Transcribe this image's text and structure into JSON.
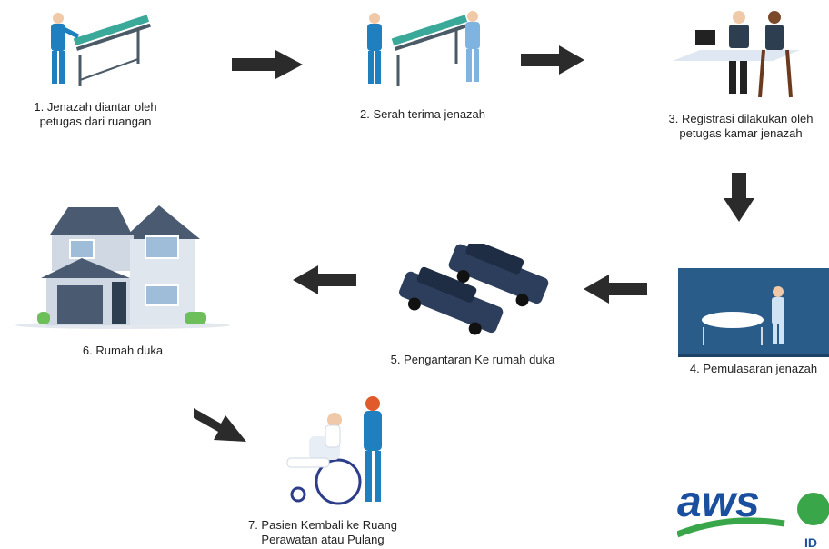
{
  "steps": [
    {
      "id": 1,
      "line1": "1. Jenazah diantar oleh",
      "line2": "petugas dari ruangan"
    },
    {
      "id": 2,
      "line1": "2. Serah terima jenazah",
      "line2": ""
    },
    {
      "id": 3,
      "line1": "3. Registrasi dilakukan oleh",
      "line2": "petugas kamar jenazah"
    },
    {
      "id": 4,
      "line1": "4. Pemulasaran jenazah",
      "line2": ""
    },
    {
      "id": 5,
      "line1": "5. Pengantaran Ke rumah duka",
      "line2": ""
    },
    {
      "id": 6,
      "line1": "6. Rumah duka",
      "line2": ""
    },
    {
      "id": 7,
      "line1": "7.  Pasien Kembali ke Ruang",
      "line2": "Perawatan atau Pulang"
    }
  ],
  "logo": {
    "text": "aws",
    "text2": "ID"
  },
  "colors": {
    "arrow": "#2b2b2b",
    "scrub": "#1f7fbf",
    "sheet": "#3aa99a",
    "car": "#2c3e5c",
    "house_wall": "#cfd8e3",
    "house_roof": "#4a5a70",
    "room_bg": "#2a5c8a",
    "logo_blue": "#1a4fa0",
    "logo_green": "#3aa64a"
  }
}
